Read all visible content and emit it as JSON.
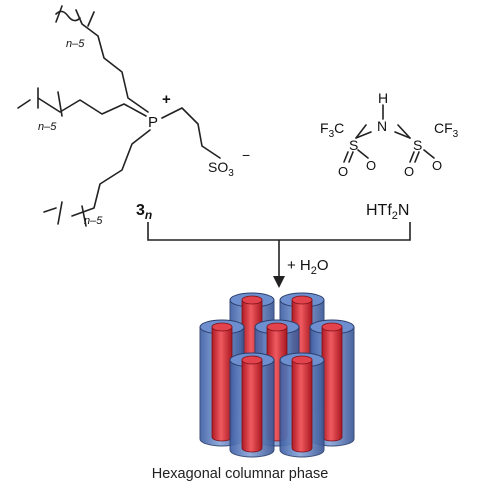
{
  "compound": {
    "chain_repeat": "n–5",
    "charge_plus": "+",
    "phosphorus": "P",
    "sulfonate": "SO",
    "sulfonate_sub": "3",
    "charge_minus": "−",
    "label_number": "3",
    "label_subscript": "n"
  },
  "acid": {
    "h": "H",
    "n": "N",
    "f3c": "F",
    "f3c_sub": "3",
    "f3c_tail": "C",
    "cf3": "CF",
    "cf3_sub": "3",
    "s": "S",
    "o": "O",
    "formula_main": "HTf",
    "formula_sub": "2",
    "formula_tail": "N"
  },
  "reaction": {
    "reagent": "+ H",
    "reagent_sub": "2",
    "reagent_tail": "O"
  },
  "product": {
    "caption": "Hexagonal columnar phase"
  },
  "colors": {
    "outer_tube": "#5577bb",
    "inner_rod": "#d8303c",
    "line": "#222222"
  }
}
